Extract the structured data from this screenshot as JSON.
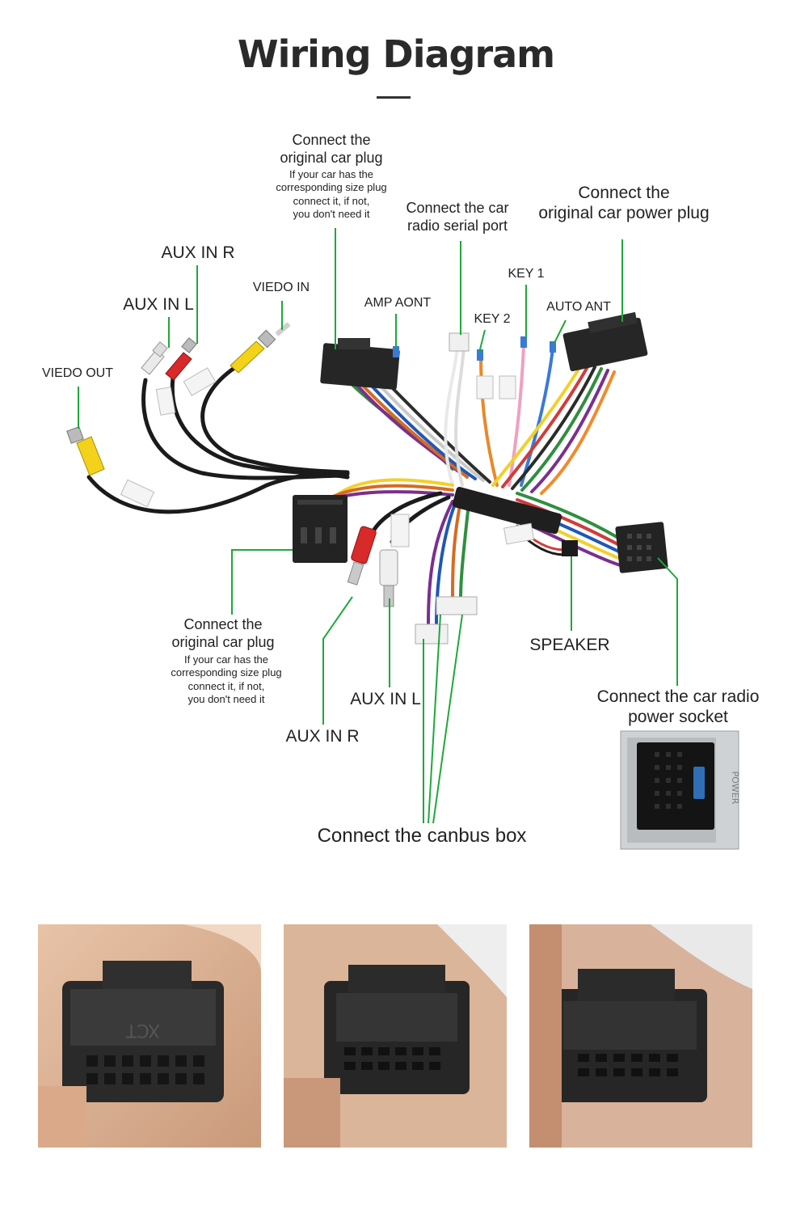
{
  "title": "Wiring Diagram",
  "colors": {
    "leader": "#1fa83a",
    "title": "#2a2a2a"
  },
  "labels": {
    "top_plug_main": "Connect the\noriginal car plug",
    "top_plug_note": "If your car has the\ncorresponding size plug\nconnect it, if not,\nyou don't need it",
    "serial_port": "Connect the car\nradio  serial port",
    "power_plug": "Connect the\noriginal car power plug",
    "aux_in_r_top": "AUX IN R",
    "aux_in_l_top": "AUX IN L",
    "viedo_in": "VIEDO IN",
    "amp_aont": "AMP AONT",
    "key1": "KEY 1",
    "key2": "KEY 2",
    "auto_ant": "AUTO ANT",
    "viedo_out": "VIEDO OUT",
    "bottom_plug_main": "Connect the\noriginal car plug",
    "bottom_plug_note": "If your car has the\ncorresponding size plug\nconnect it, if not,\nyou don't need it",
    "aux_in_l_bottom": "AUX IN L",
    "aux_in_r_bottom": "AUX IN R",
    "speaker": "SPEAKER",
    "radio_socket": "Connect the car radio\npower socket",
    "canbus": "Connect the canbus box",
    "power_side_text": "POWER"
  },
  "photos": [
    {
      "name": "connector-photo-1",
      "logo_text": "XCT"
    },
    {
      "name": "connector-photo-2"
    },
    {
      "name": "connector-photo-3"
    }
  ]
}
